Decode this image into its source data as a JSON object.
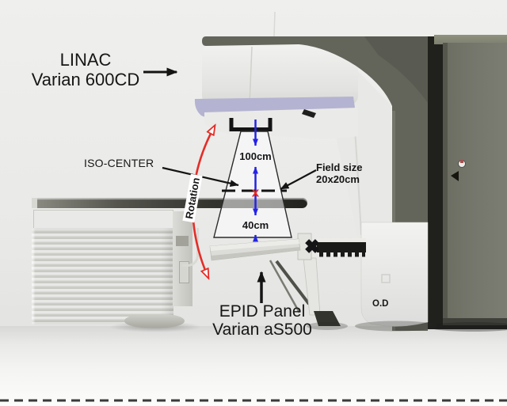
{
  "labels": {
    "linac_line1": "LINAC",
    "linac_line2": "Varian 600CD",
    "iso_center": "ISO-CENTER",
    "rotation": "Rotation",
    "distance_source_iso": "100cm",
    "field_size_line1": "Field size",
    "field_size_line2": "20x20cm",
    "distance_iso_panel": "40cm",
    "epid_line1": "EPID Panel",
    "epid_line2": "Varian aS500",
    "od": "O.D",
    "isocenter_marker": "x"
  },
  "colors": {
    "annotation_red": "#e42d28",
    "annotation_blue": "#2424e4",
    "annotation_black": "#141414",
    "machine_olive": "#63655a",
    "cabinet_olive": "#72746a",
    "collimator_lavender": "#b4b3d1"
  }
}
